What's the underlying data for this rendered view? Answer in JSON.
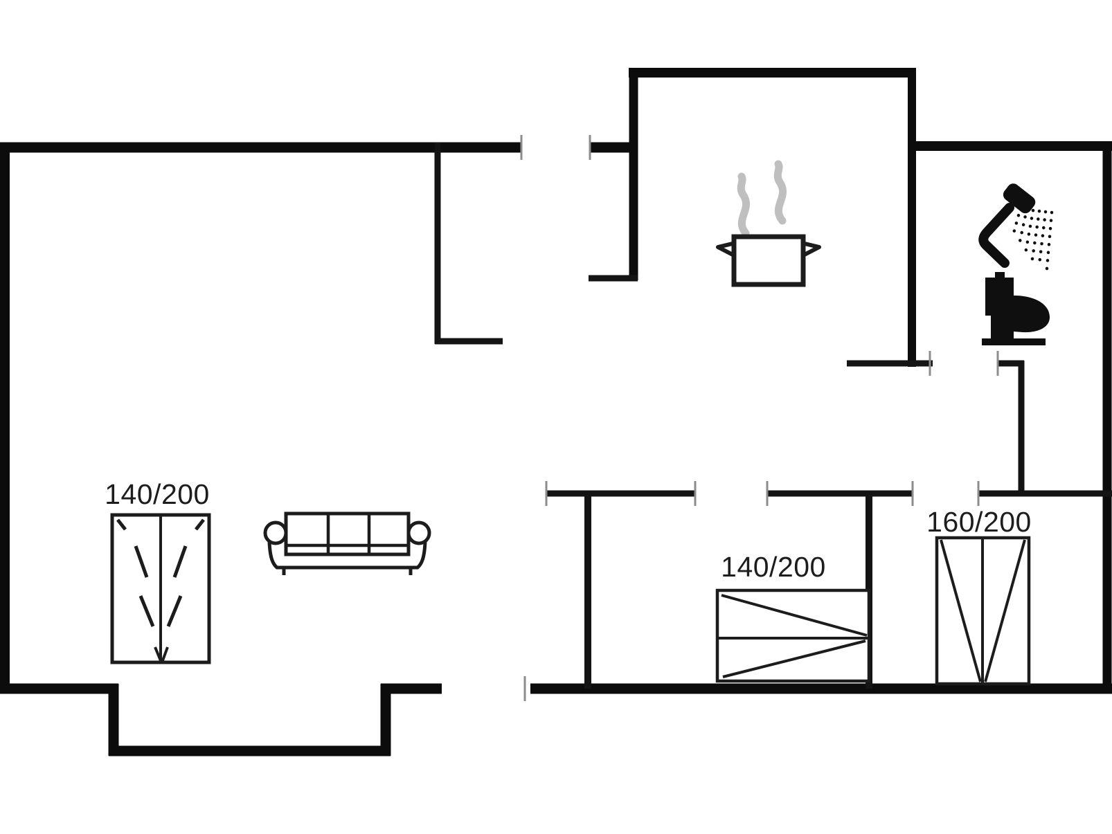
{
  "title": "Holiday home floor plan",
  "background": "#ffffff",
  "colors": {
    "wall": "#0c0c0c",
    "interior_wall": "#141414",
    "door_tick": "#8c8c8c",
    "furniture_stroke": "#1c1c1c",
    "fixture_fill": "#0f0f0f",
    "steam": "#bfbfbf",
    "label_text": "#1d1d1d"
  },
  "labels": {
    "living_room_bed": "140/200",
    "middle_bedroom_bed": "140/200",
    "right_bedroom_bed": "160/200"
  },
  "icons": {
    "kitchen_fixture": "cooking-pot-with-steam-icon",
    "bathroom_fixture_1": "shower-icon",
    "bathroom_fixture_2": "toilet-icon",
    "furniture_1": "double-bed-symbol",
    "furniture_2": "sofa-symbol"
  }
}
